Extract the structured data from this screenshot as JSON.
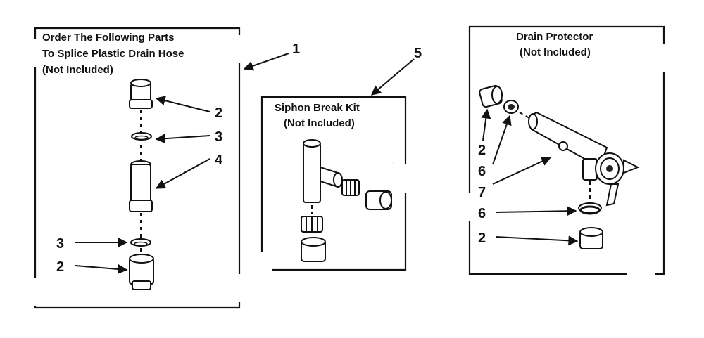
{
  "panels": {
    "splice": {
      "title_line1": "Order The Following Parts",
      "title_line2": "To Splice Plastic Drain Hose",
      "title_line3": "(Not Included)"
    },
    "siphon": {
      "title_line1": "Siphon Break Kit",
      "title_line2": "(Not Included)"
    },
    "drain": {
      "title_line1": "Drain Protector",
      "title_line2": "(Not Included)"
    }
  },
  "callouts": {
    "c1": "1",
    "c5": "5",
    "splice_2_top": "2",
    "splice_3_top": "3",
    "splice_4": "4",
    "splice_3_bottom": "3",
    "splice_2_bottom": "2",
    "drain_2_top": "2",
    "drain_6_top": "6",
    "drain_7": "7",
    "drain_6_bottom": "6",
    "drain_2_bottom": "2"
  },
  "colors": {
    "ink": "#111111",
    "background": "#ffffff"
  }
}
